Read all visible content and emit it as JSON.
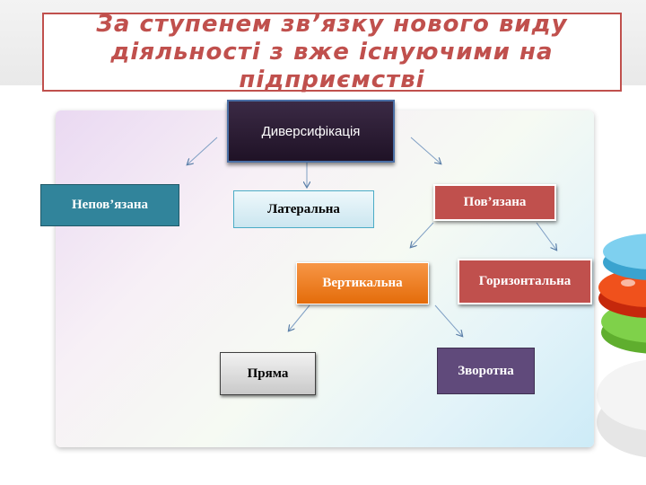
{
  "title": "За ступенем зв’язку нового виду діяльності з вже існуючими на підприємстві",
  "nodes": {
    "diversification": "Диверсифікація",
    "unrelated": "Непов’язана",
    "lateral": "Латеральна",
    "related": "Пов’язана",
    "vertical": "Вертикальна",
    "horizontal": "Горизонтальна",
    "direct": "Пряма",
    "reverse": "Зворотна"
  },
  "colors": {
    "title": "#c0504d",
    "diversification": "#2b1b33",
    "unrelated": "#31849b",
    "lateral": "#dbeef4",
    "related": "#c0504d",
    "vertical": "#e46c0a",
    "horizontal": "#c0504d",
    "direct": "#d9d9d9",
    "reverse": "#604a7b"
  },
  "edges": [
    {
      "from": "diversification",
      "to": "unrelated"
    },
    {
      "from": "diversification",
      "to": "lateral"
    },
    {
      "from": "diversification",
      "to": "related"
    },
    {
      "from": "related",
      "to": "vertical"
    },
    {
      "from": "related",
      "to": "horizontal"
    },
    {
      "from": "vertical",
      "to": "direct"
    },
    {
      "from": "vertical",
      "to": "reverse"
    }
  ]
}
